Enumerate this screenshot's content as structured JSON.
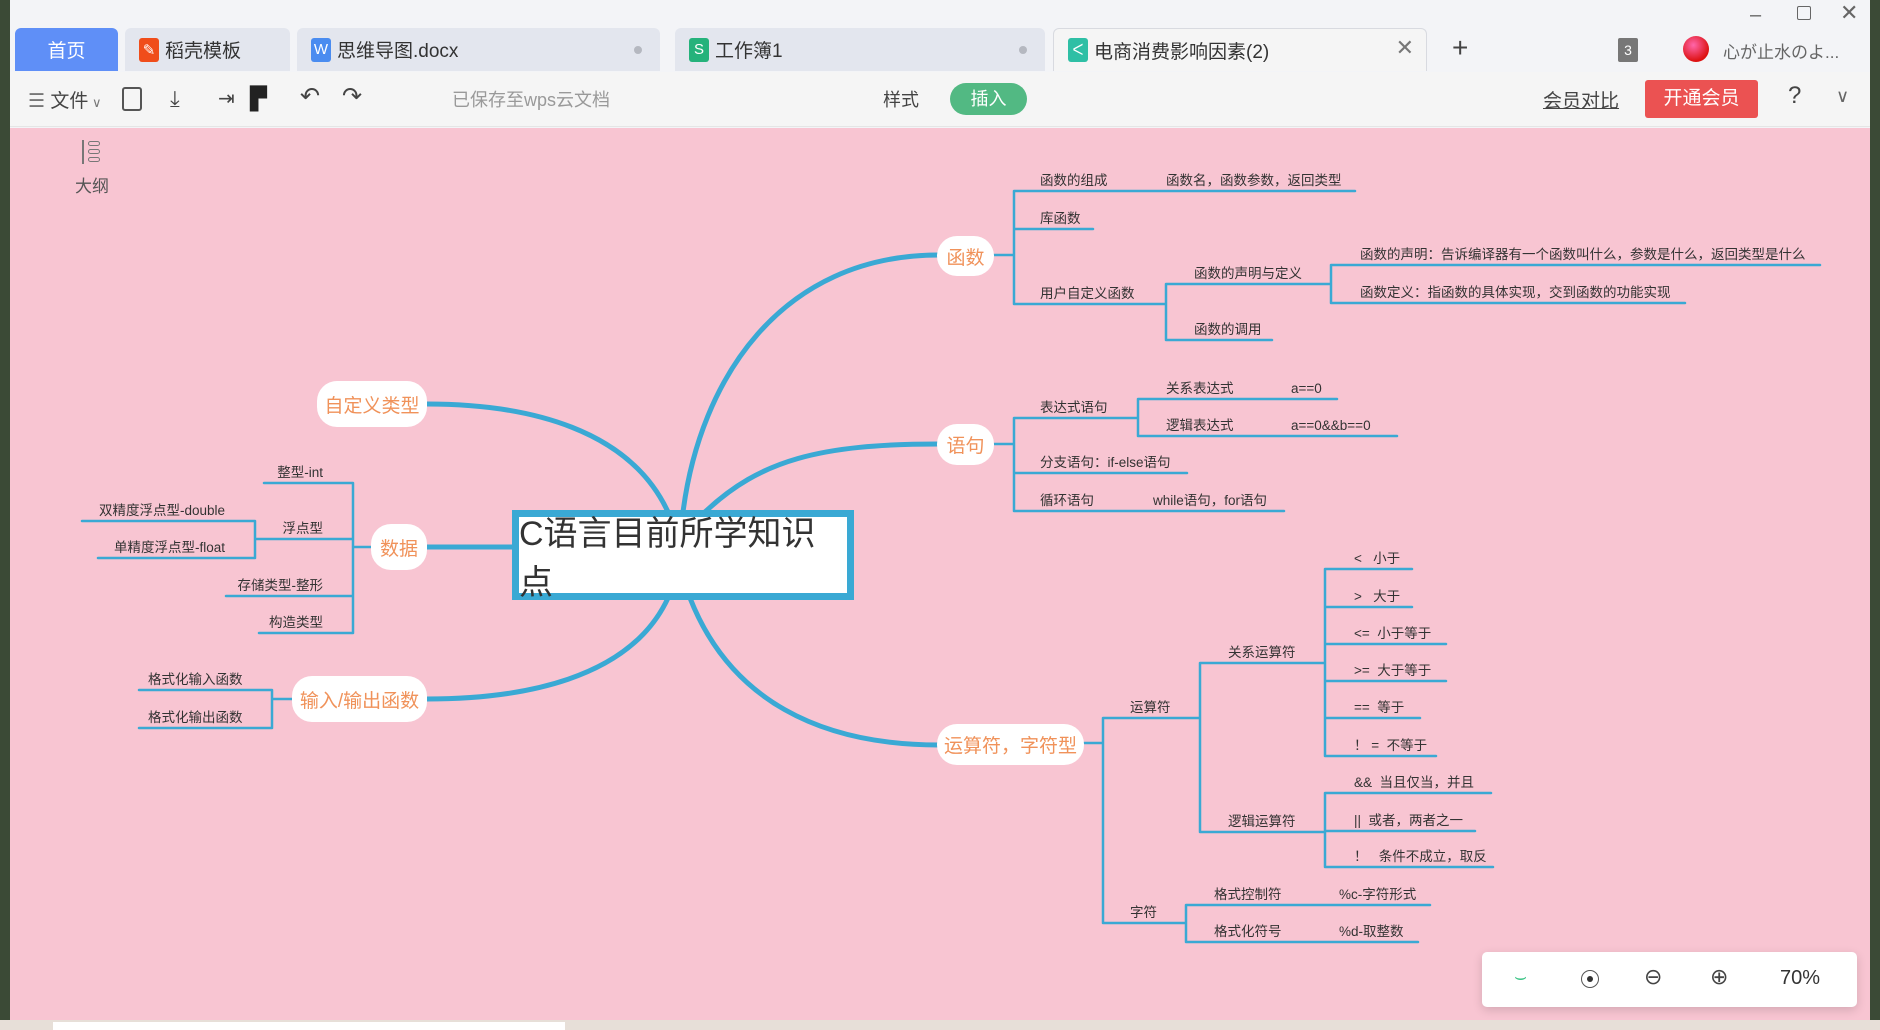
{
  "tabs": [
    {
      "label": "首页",
      "active": false
    },
    {
      "label": "稻壳模板"
    },
    {
      "label": "思维导图.docx"
    },
    {
      "label": "工作簿1"
    },
    {
      "label": "电商消费影响因素(2)",
      "active": true
    }
  ],
  "window": {
    "tab_count": "3",
    "user_name": "心が止水のよ..."
  },
  "toolbar": {
    "file_label": "文件",
    "save_status": "已保存至wps云文档",
    "style_label": "样式",
    "insert_label": "插入",
    "compare_label": "会员对比",
    "vip_label": "开通会员",
    "help_label": "?"
  },
  "sidebar": {
    "outline_label": "大纲"
  },
  "mindmap": {
    "root": "C语言目前所学知识点",
    "functions": {
      "label": "函数",
      "composition": "函数的组成",
      "composition_detail": "函数名，函数参数，返回类型",
      "library": "库函数",
      "user_defined": "用户自定义函数",
      "declare_define": "函数的声明与定义",
      "declaration": "函数的声明：告诉编译器有一个函数叫什么，参数是什么，返回类型是什么",
      "definition": "函数定义：指函数的具体实现，交到函数的功能实现",
      "call": "函数的调用"
    },
    "statements": {
      "label": "语句",
      "expression": "表达式语句",
      "relational_expr": "关系表达式",
      "relational_example": "a==0",
      "logical_expr": "逻辑表达式",
      "logical_example": "a==0&&b==0",
      "branch": "分支语句：if-else语句",
      "loop": "循环语句",
      "loop_detail": "while语句，for语句"
    },
    "operators": {
      "label": "运算符，字符型",
      "operators": "运算符",
      "relational": "关系运算符",
      "relational_items": [
        "<   小于",
        ">   大于",
        "<=  小于等于",
        ">=  大于等于",
        "==  等于",
        "！ =  不等于"
      ],
      "logical": "逻辑运算符",
      "logical_items": [
        "&&  当且仅当，并且",
        "||  或者，两者之一",
        "！   条件不成立，取反"
      ],
      "char": "字符",
      "format_control": "格式控制符",
      "format_control_detail": "%c-字符形式",
      "format_symbol": "格式化符号",
      "format_symbol_detail": "%d-取整数"
    },
    "custom_types": {
      "label": "自定义类型"
    },
    "data": {
      "label": "数据",
      "int": "整型-int",
      "float_type": "浮点型",
      "double": "双精度浮点型-double",
      "float": "单精度浮点型-float",
      "storage": "存储类型-整形",
      "constructed": "构造类型"
    },
    "io": {
      "label": "输入/输出函数",
      "input": "格式化输入函数",
      "output": "格式化输出函数"
    }
  },
  "zoom": {
    "level": "70%"
  },
  "colors": {
    "canvas": "#f8c5d2",
    "line": "#3aa9d4",
    "node_text": "#f0925a",
    "insert": "#52b983",
    "vip": "#eb5252",
    "home_tab": "#5f8ff7"
  }
}
